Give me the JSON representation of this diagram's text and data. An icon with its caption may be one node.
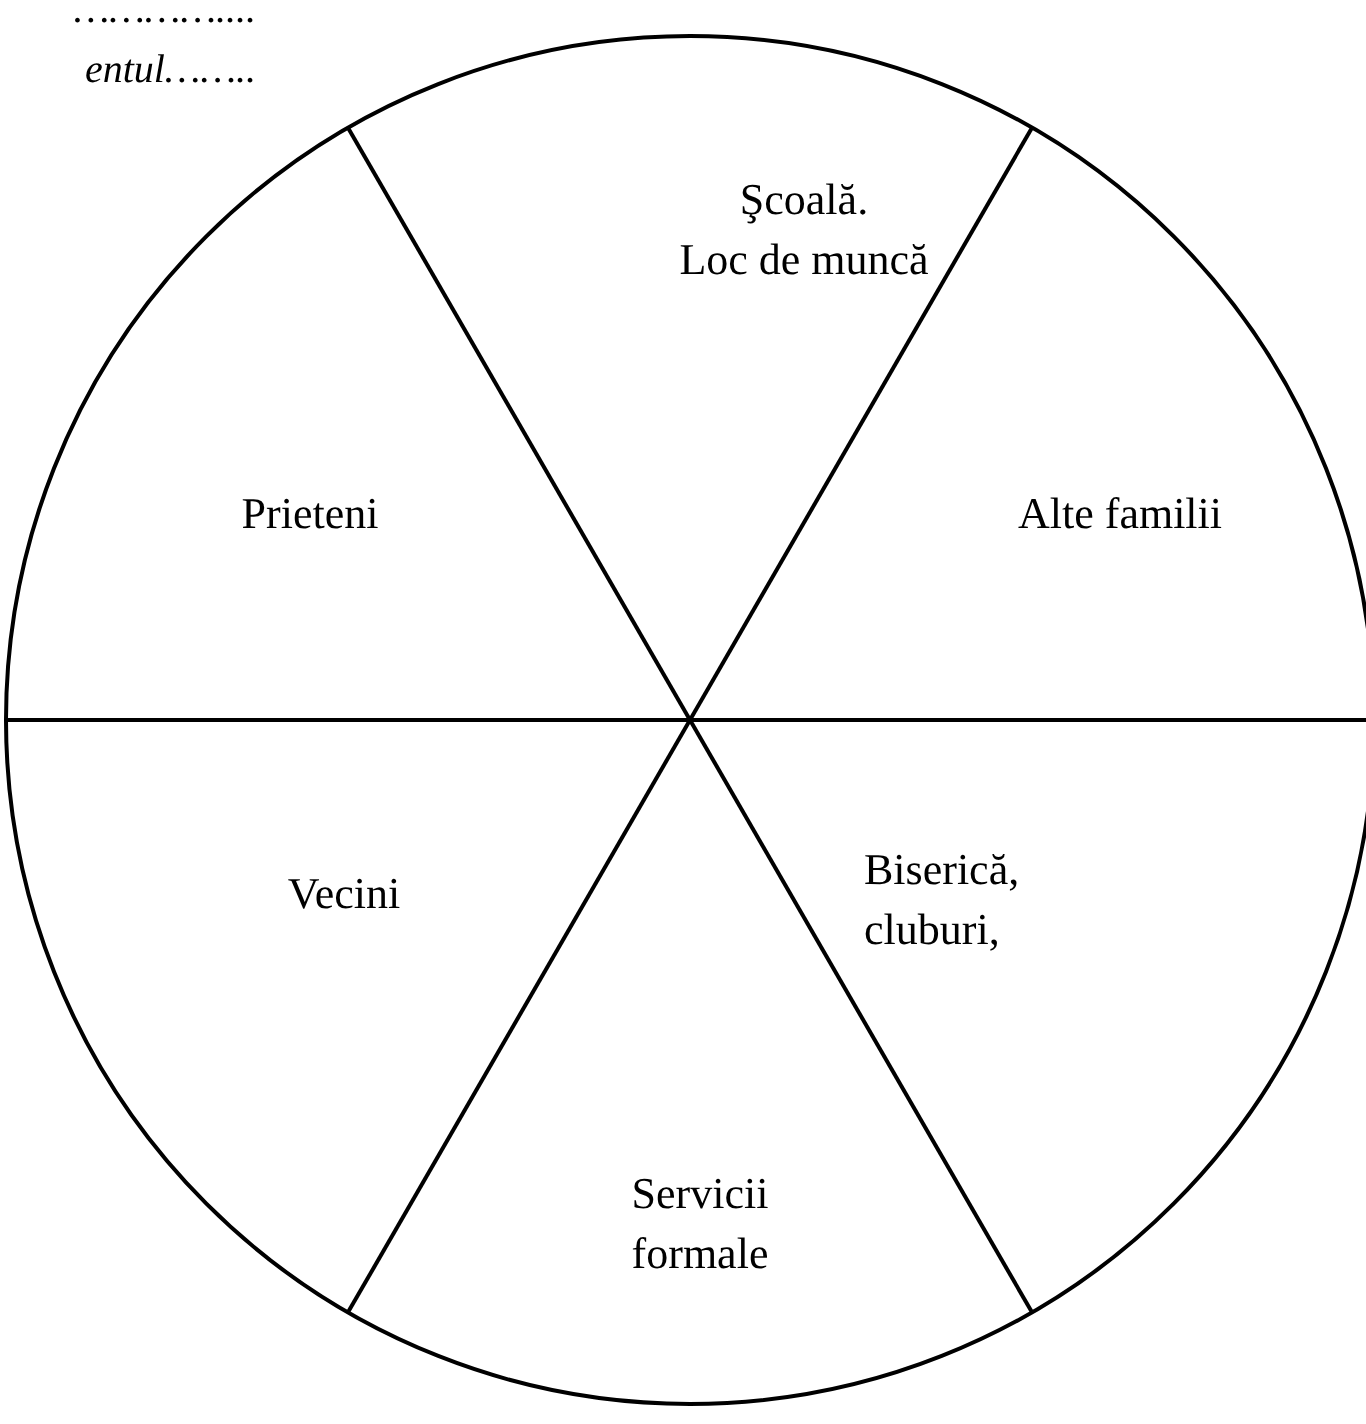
{
  "diagram": {
    "nodes": [
      {
        "text": [],
        "shape": "circle"
      },
      {
        "text": [
          "Şcoală.",
          "Loc de muncă"
        ],
        "in": 0
      },
      {
        "text": [
          "Prieteni"
        ],
        "in": 0
      },
      {
        "text": [
          "Alte familii"
        ],
        "in": 0
      },
      {
        "text": [
          "Vecini"
        ],
        "in": 0
      },
      {
        "text": [
          "Biserică, cluburi,"
        ],
        "in": 0
      },
      {
        "text": [
          "Servicii formale"
        ],
        "in": 0
      }
    ],
    "labels": [
      "…………....",
      "entul…….."
    ]
  }
}
